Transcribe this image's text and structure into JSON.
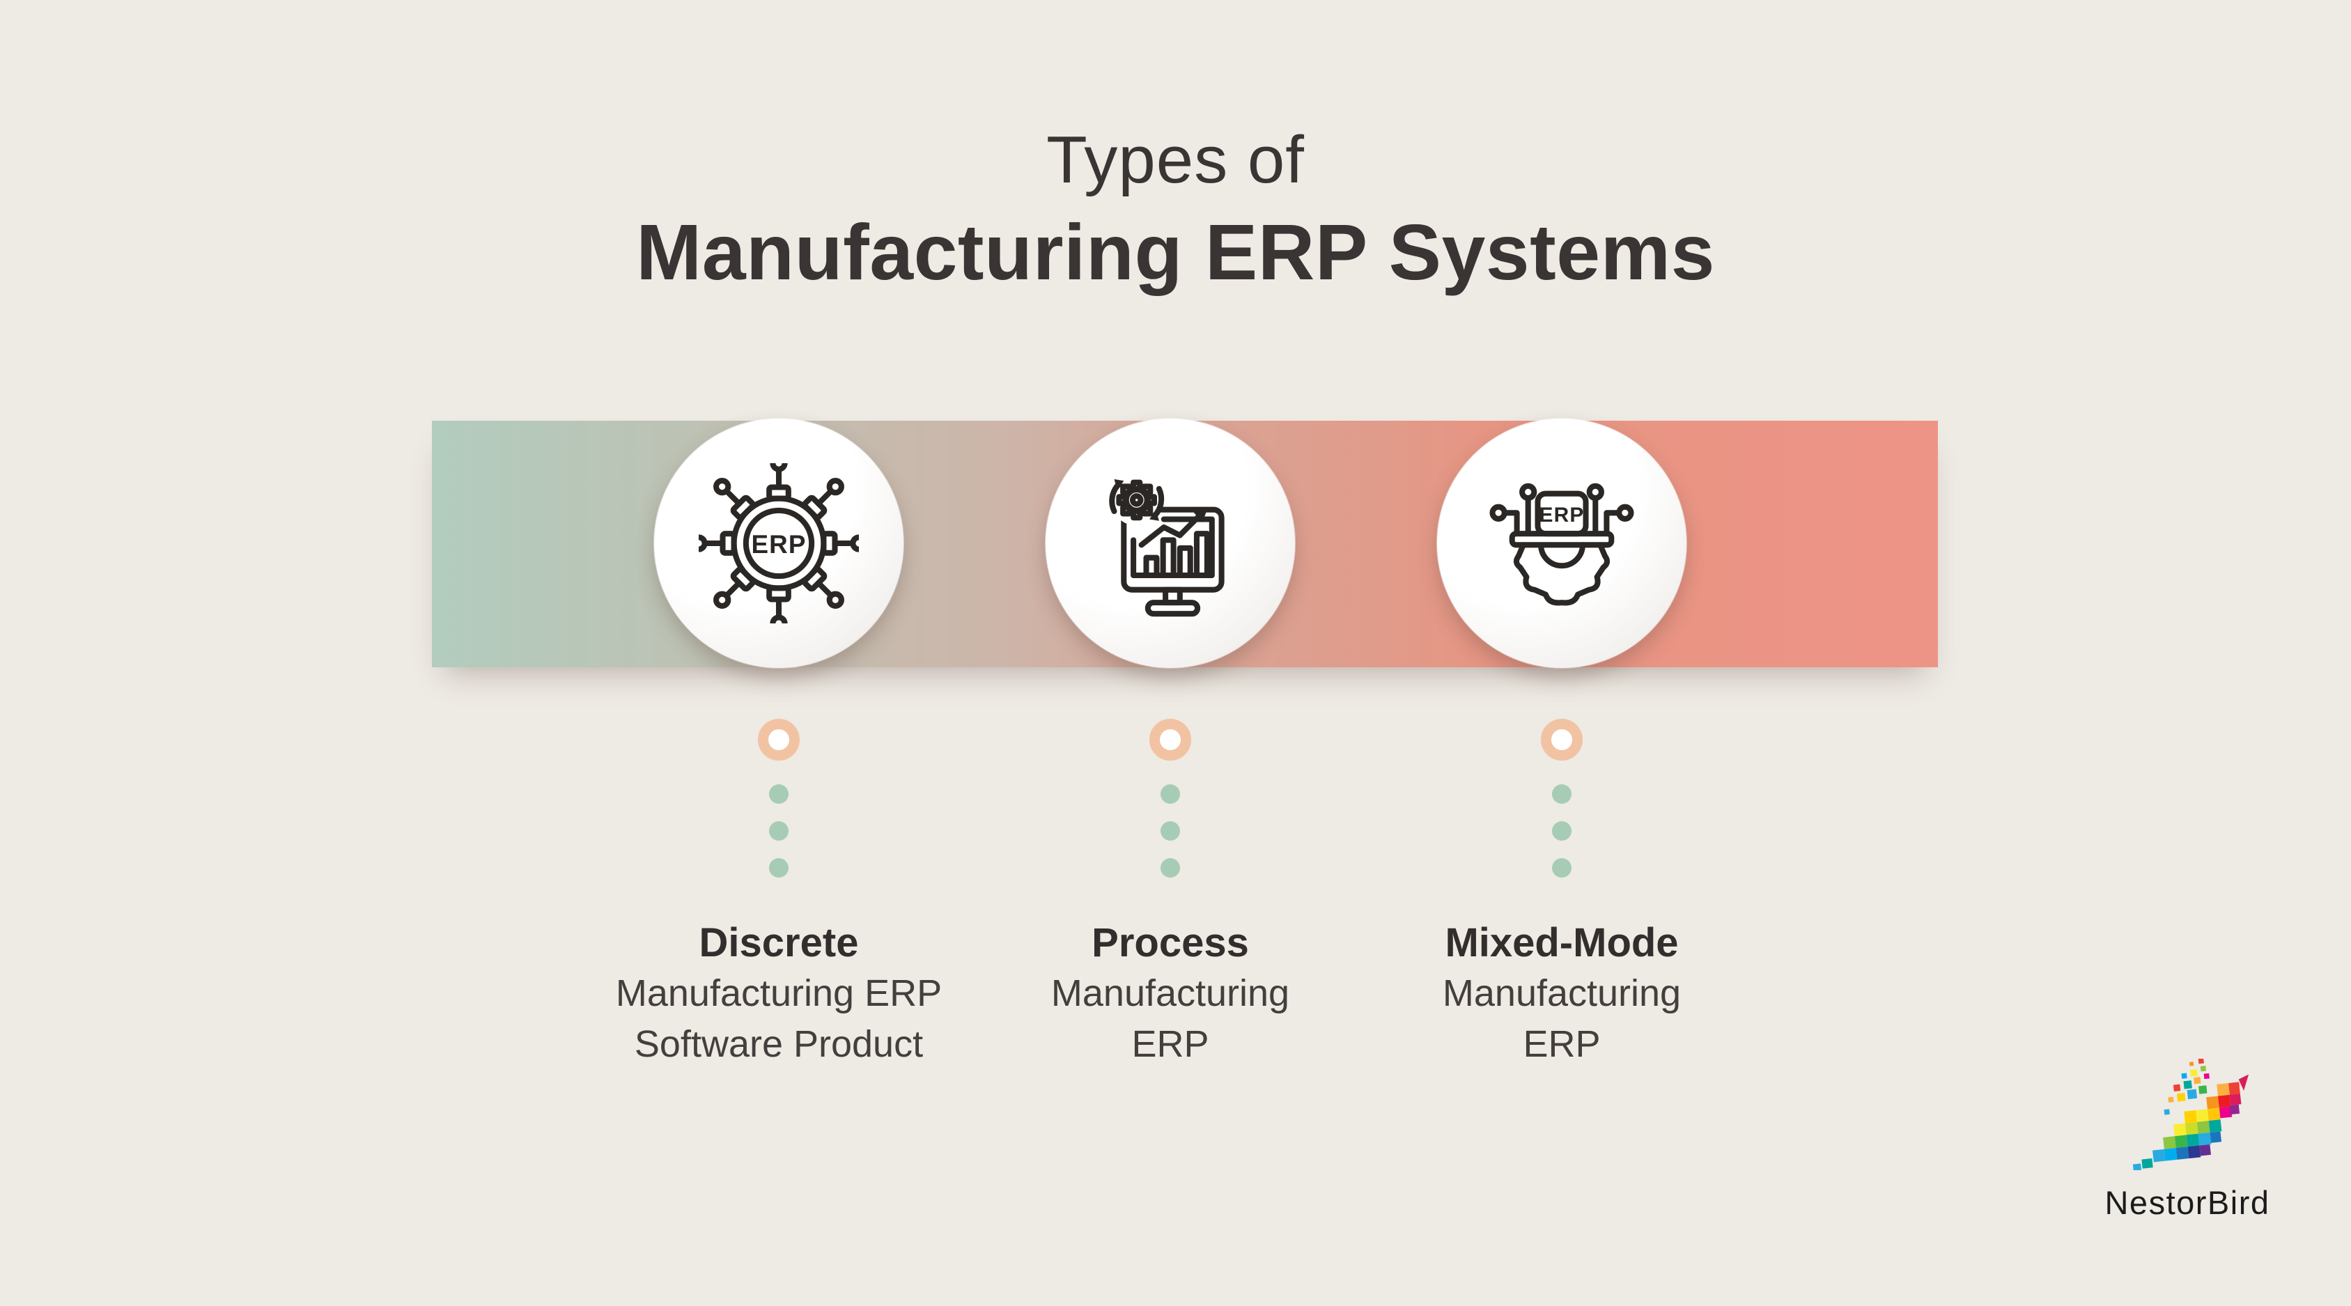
{
  "title": {
    "line1": "Types of",
    "line2": "Manufacturing ERP Systems"
  },
  "columns": [
    {
      "icon": "erp-gear-network-icon",
      "icon_label": "ERP",
      "heading": "Discrete",
      "line1": "Manufacturing ERP",
      "line2": "Software Product"
    },
    {
      "icon": "monitor-analytics-gear-icon",
      "heading": "Process",
      "line1": "Manufacturing",
      "line2": "ERP"
    },
    {
      "icon": "erp-chip-gear-icon",
      "icon_label": "ERP",
      "heading": "Mixed-Mode",
      "line1": "Manufacturing",
      "line2": "ERP"
    }
  ],
  "brand": {
    "name": "NestorBird"
  },
  "colors": {
    "background": "#eeeae4",
    "title_text": "#3a3434",
    "banner_gradient_left": "#b2ccbe",
    "banner_gradient_mid": "#cdb5a9",
    "banner_gradient_right": "#ee9486",
    "connector_ring": "#f2c3a2",
    "connector_dot": "#a7ccb6",
    "icon_stroke": "#2b2725"
  }
}
